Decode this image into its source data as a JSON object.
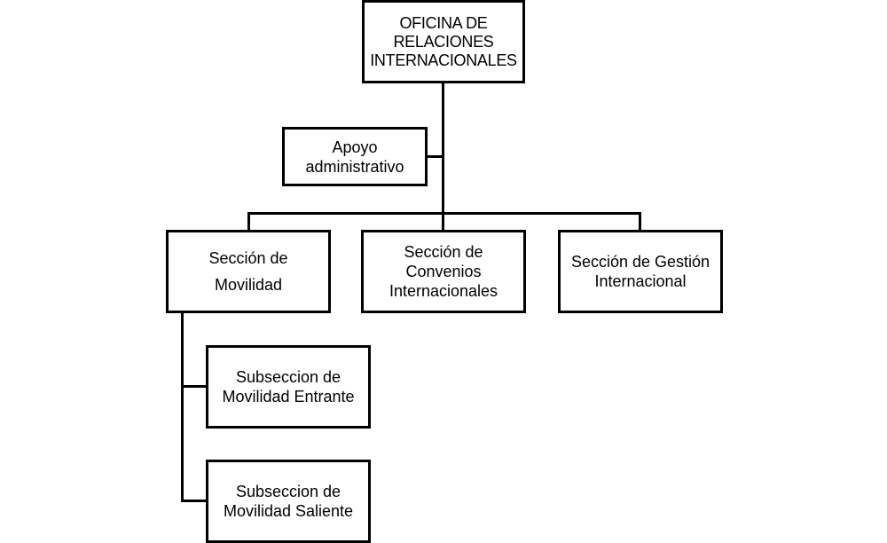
{
  "diagram": {
    "root": {
      "lines": [
        "OFICINA DE",
        "RELACIONES",
        "INTERNACIONALES"
      ]
    },
    "support": {
      "lines": [
        "Apoyo",
        "administrativo"
      ]
    },
    "sections": [
      {
        "lines": [
          "Sección de",
          "Movilidad"
        ]
      },
      {
        "lines": [
          "Sección de",
          "Convenios",
          "Internacionales"
        ]
      },
      {
        "lines": [
          "Sección de Gestión",
          "Internacional"
        ]
      }
    ],
    "subsections": [
      {
        "lines": [
          "Subseccion de",
          "Movilidad Entrante"
        ]
      },
      {
        "lines": [
          "Subseccion de",
          "Movilidad Saliente"
        ]
      }
    ]
  }
}
